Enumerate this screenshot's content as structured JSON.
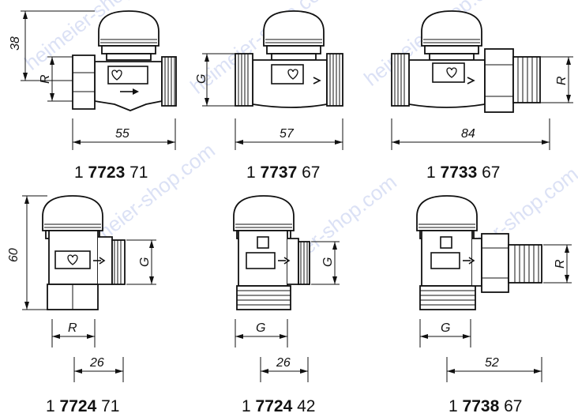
{
  "valves": [
    {
      "id": "v1",
      "code_prefix": "1",
      "code_main": "7723",
      "code_suffix": "71",
      "dim_height": "38",
      "dim_conn": "R",
      "dim_length": "55"
    },
    {
      "id": "v2",
      "code_prefix": "1",
      "code_main": "7737",
      "code_suffix": "67",
      "dim_conn": "G",
      "dim_length": "57"
    },
    {
      "id": "v3",
      "code_prefix": "1",
      "code_main": "7733",
      "code_suffix": "67",
      "dim_conn": "R",
      "dim_length": "84"
    },
    {
      "id": "v4",
      "code_prefix": "1",
      "code_main": "7724",
      "code_suffix": "71",
      "dim_height": "60",
      "dim_conn_side": "G",
      "dim_conn_bottom": "R",
      "dim_offset": "26"
    },
    {
      "id": "v5",
      "code_prefix": "1",
      "code_main": "7724",
      "code_suffix": "42",
      "dim_conn_side": "G",
      "dim_conn_bottom": "G",
      "dim_offset": "26"
    },
    {
      "id": "v6",
      "code_prefix": "1",
      "code_main": "7738",
      "code_suffix": "67",
      "dim_conn_side": "R",
      "dim_conn_bottom": "G",
      "dim_offset": "52"
    }
  ],
  "watermark": "heimeier-shop.com",
  "colors": {
    "ink": "#111111",
    "watermark": "#bfc9ee",
    "paper": "#ffffff"
  }
}
